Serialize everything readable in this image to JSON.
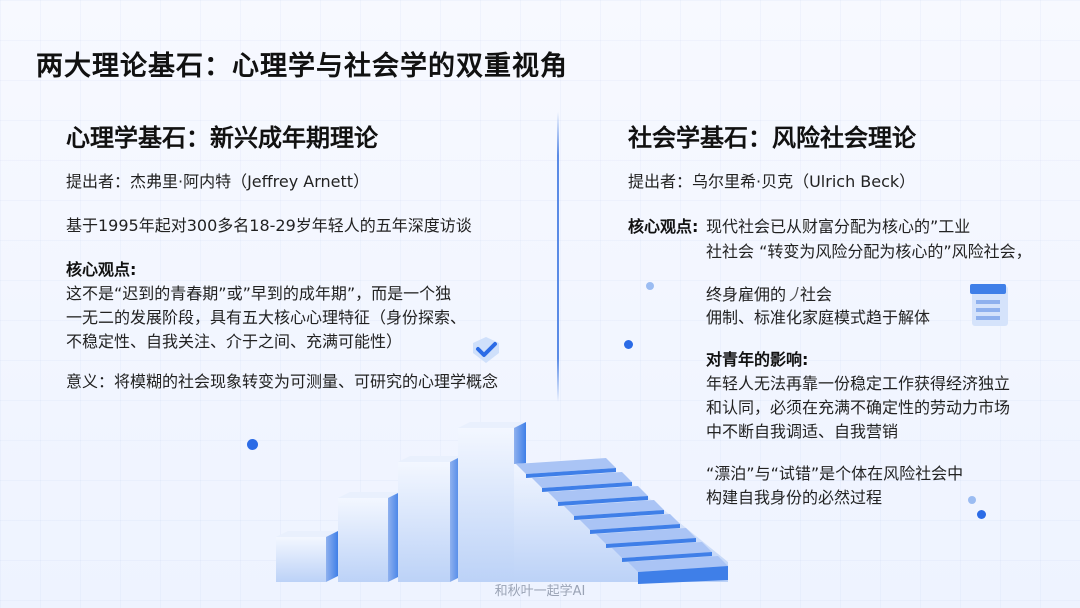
{
  "title": "两大理论基石：心理学与社会学的双重视角",
  "left": {
    "heading": "心理学基石：新兴成年期理论",
    "proposer": "提出者：杰弗里·阿内特（Jeffrey Arnett）",
    "basis": "基于1995年起对300多名18-29岁年轻人的五年深度访谈",
    "core_label": "核心观点:",
    "core_lines": [
      "这不是“迟到的青春期”或”早到的成年期”，而是一个独",
      "一无二的发展阶段，具有五大核心心理特征（身份探索、",
      "不稳定性、自我关注、介于之间、充满可能性）"
    ],
    "significance": "意义：将模糊的社会现象转变为可测量、可研究的心理学概念"
  },
  "right": {
    "heading": "社会学基石：风险社会理论",
    "proposer": "提出者：乌尔里希·贝克（Ulrich Beck）",
    "core_label": "核心观点:",
    "core_lines": [
      "现代社会已从财富分配为核心的”工业",
      "社社会 “转变为风险分配为核心的”风险社会，"
    ],
    "change_lines": [
      "终身雇佣的",
      "社会",
      "佣制、标准化家庭模式趋于解体"
    ],
    "impact_label": "对青年的影响:",
    "impact_lines": [
      "年轻人无法再靠一份稳定工作获得经济独立",
      "和认同，必须在充满不确定性的劳动力市场",
      "中不断自我调适、自我营销"
    ],
    "closing_lines": [
      "“漂泊”与“试错”是个体在风险社会中",
      "构建自我身份的必然过程"
    ]
  },
  "watermark": "和秋叶一起学AI",
  "colors": {
    "accent": "#2b6be6",
    "stairs_light": "#dfe9fc",
    "stairs_mid": "#aac4f5",
    "stairs_dark": "#3f7fe8"
  }
}
